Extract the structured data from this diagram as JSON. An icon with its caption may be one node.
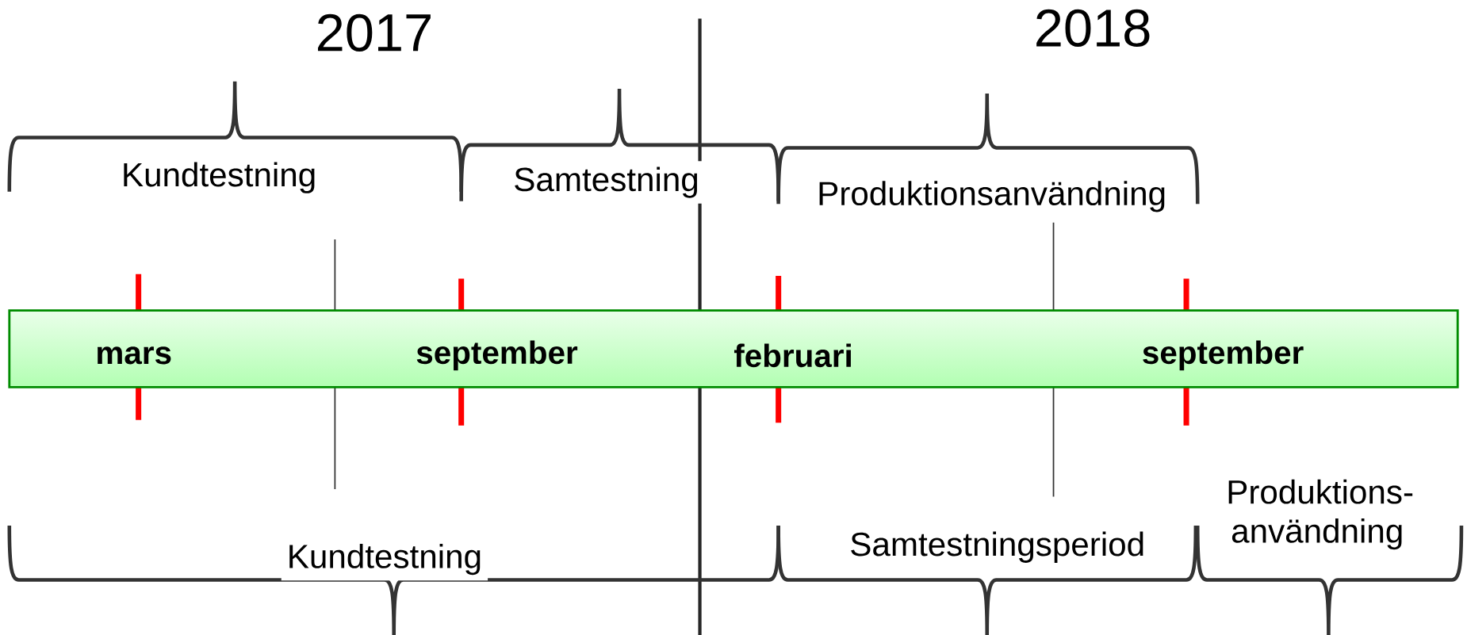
{
  "diagram": {
    "nodes": [
      {
        "text": [
          "mars",
          "september",
          "februari",
          "september"
        ]
      }
    ],
    "labels": [
      "2017",
      "2018",
      "Kundtestning",
      "Samtestning",
      "Produktionsanvändning",
      "Kundtestning",
      "Samtestningsperiod",
      "Produktions- användning"
    ]
  }
}
